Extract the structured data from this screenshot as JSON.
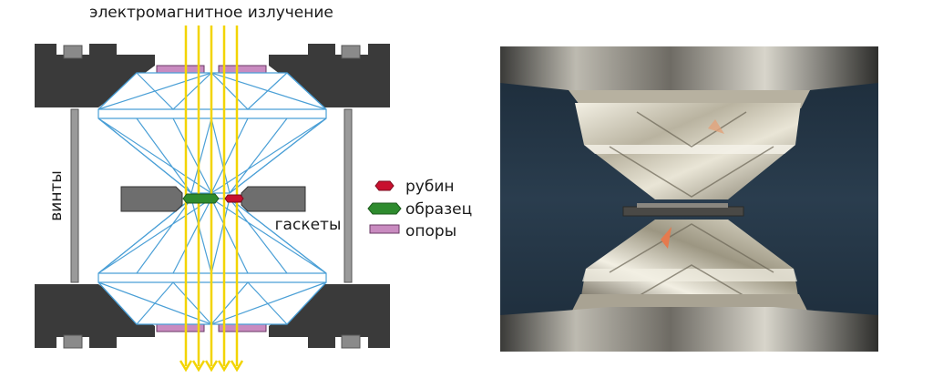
{
  "diagram": {
    "top_label": "электромагнитное излучение",
    "side_label": "винты",
    "gasket_label": "гаскеты",
    "legend": [
      {
        "key": "ruby",
        "label": "рубин",
        "color": "#c8102e"
      },
      {
        "key": "sample",
        "label": "образец",
        "color": "#2e8b2e"
      },
      {
        "key": "seat",
        "label": "опоры",
        "color": "#c98bc0"
      }
    ],
    "colors": {
      "frame": "#3a3a3a",
      "frame_notch": "#8a8a8a",
      "gasket": "#6e6e6e",
      "diamond_edge": "#4a9fd6",
      "beam": "#f2d400",
      "screw": "#9a9a9a"
    }
  },
  "photo": {
    "description_none": ""
  }
}
